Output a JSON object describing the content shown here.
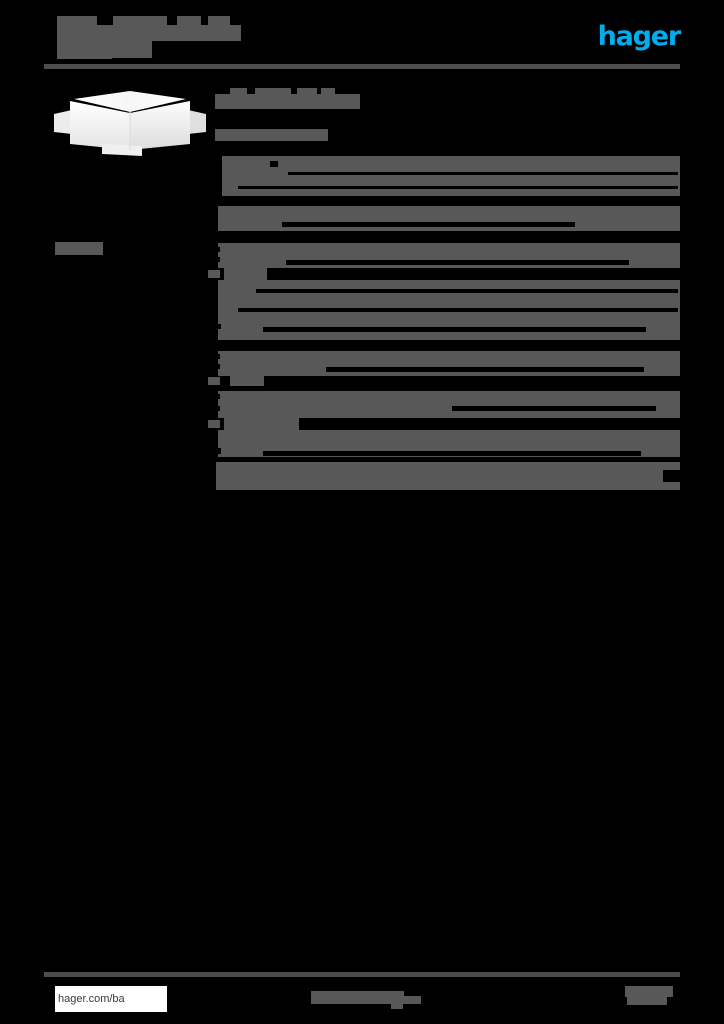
{
  "document": {
    "kind": "product-datasheet",
    "page_background": "#000000",
    "redaction_color": "#585858",
    "state": "redacted"
  },
  "header": {
    "title_redacted": true,
    "title_placeholder": "",
    "subtitle_redacted": true,
    "brand": {
      "name": "hager",
      "color": "#00AEEF"
    },
    "rule_color": "#4d4d4d"
  },
  "left_column": {
    "product_image": {
      "icon": "trunking-external-corner-image",
      "alt": "",
      "body_color": "#f2f2f2",
      "highlight_color": "#ffffff",
      "shadow_color": "#d8d8d8"
    },
    "caption_redacted": true,
    "caption_placeholder": ""
  },
  "main": {
    "title_redacted": true,
    "title_placeholder": "",
    "subtitle_redacted": true,
    "subtitle_placeholder": "",
    "table": {
      "columns": [
        "",
        ""
      ],
      "rows": [
        {
          "id": "row-1",
          "filled": true,
          "label": "",
          "value": ""
        },
        {
          "id": "row-2",
          "filled": false,
          "label": "",
          "value": ""
        },
        {
          "id": "row-3",
          "filled": true,
          "label": "",
          "value": ""
        },
        {
          "id": "row-4",
          "filled": false,
          "label": "",
          "value": ""
        },
        {
          "id": "row-5",
          "filled": true,
          "label": "",
          "value": ""
        },
        {
          "id": "row-6",
          "filled": false,
          "label": "",
          "value": ""
        },
        {
          "id": "row-7",
          "filled": true,
          "label": "",
          "value": ""
        },
        {
          "id": "row-8",
          "filled": true,
          "label": "",
          "value": ""
        },
        {
          "id": "row-9",
          "filled": false,
          "label": "",
          "value": ""
        },
        {
          "id": "row-10",
          "filled": true,
          "label": "",
          "value": ""
        },
        {
          "id": "row-11",
          "filled": false,
          "label": "",
          "value": ""
        },
        {
          "id": "row-12",
          "filled": true,
          "label": "",
          "value": ""
        },
        {
          "id": "row-13",
          "filled": false,
          "label": "",
          "value": ""
        },
        {
          "id": "row-14",
          "filled": true,
          "label": "",
          "value": ""
        },
        {
          "id": "row-15",
          "filled": false,
          "label": "",
          "value": ""
        },
        {
          "id": "row-16",
          "filled": true,
          "label": "",
          "value": ""
        }
      ]
    }
  },
  "footer": {
    "rule_color": "#4d4d4d",
    "url": "hager.com/ba",
    "center_text_redacted": true,
    "center_text_placeholder": "",
    "right_text_redacted": true,
    "right_text_placeholder": ""
  }
}
